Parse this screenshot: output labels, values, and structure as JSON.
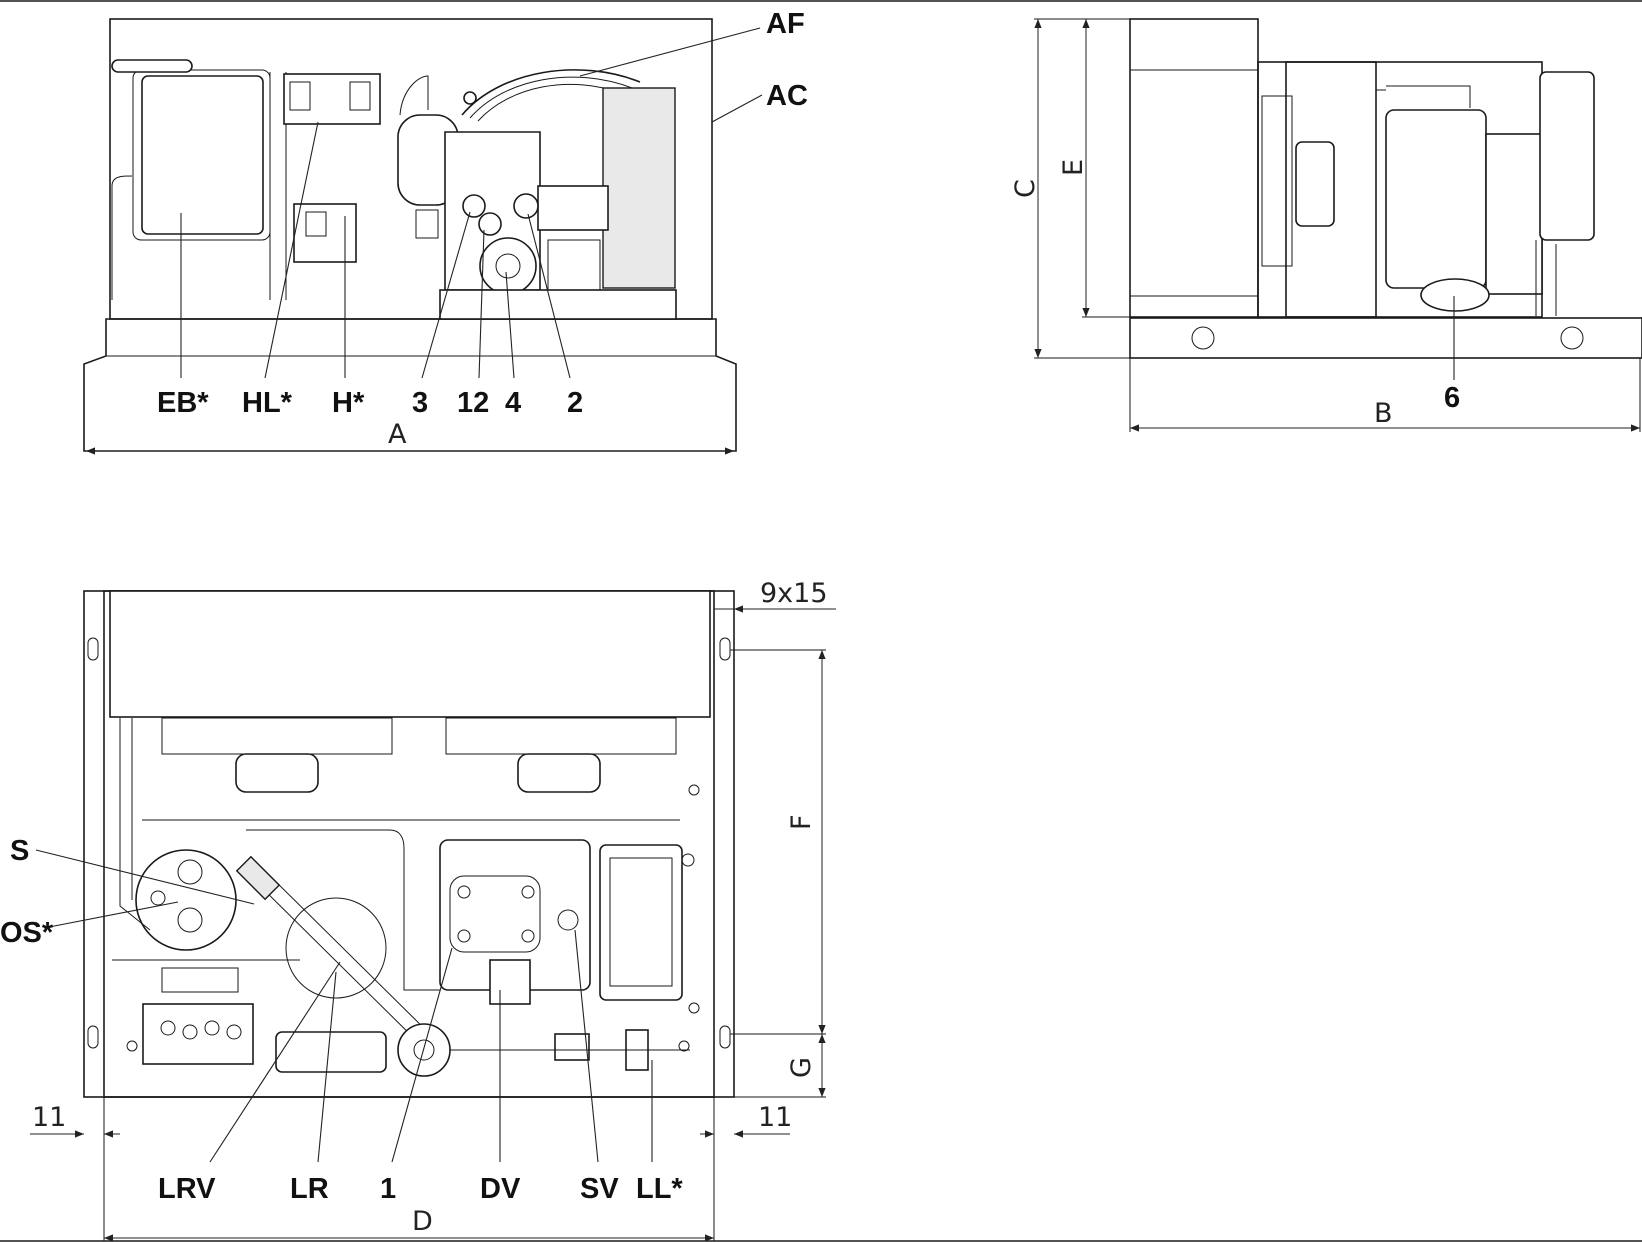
{
  "views": {
    "front": {
      "labels": {
        "AF": "AF",
        "AC": "AC",
        "EB": "EB*",
        "HL": "HL*",
        "H": "H*",
        "n3": "3",
        "n12": "12",
        "n4": "4",
        "n2": "2"
      },
      "dims": {
        "A": "A"
      }
    },
    "side": {
      "labels": {
        "n6": "6"
      },
      "dims": {
        "B": "B",
        "C": "C",
        "E": "E"
      }
    },
    "top": {
      "labels": {
        "S": "S",
        "OS": "OS*",
        "LRV": "LRV",
        "LR": "LR",
        "n1": "1",
        "DV": "DV",
        "SV": "SV",
        "LL": "LL*"
      },
      "dims": {
        "D": "D",
        "F": "F",
        "G": "G",
        "slot": "9x15",
        "edge_left": "11",
        "edge_right": "11"
      }
    }
  }
}
